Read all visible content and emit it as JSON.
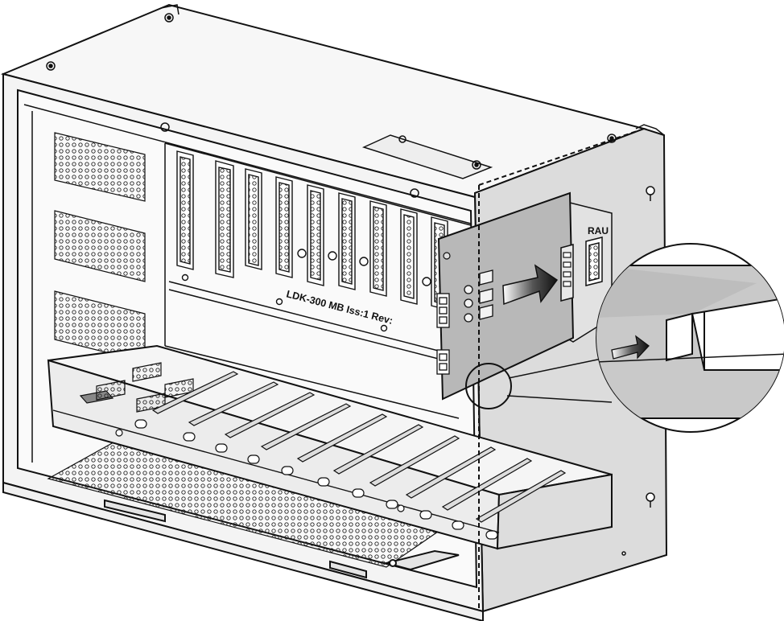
{
  "labels": {
    "motherboard": "LDK-300 MB Iss:1 Rev:",
    "rau": "RAU"
  },
  "colors": {
    "outline": "#111111",
    "cabinet_fill": "#f4f4f4",
    "side_panel_fill": "#dcdcdc",
    "board_fill": "#b8b8b8",
    "connector_fill": "#e8e8e8",
    "arrow_start": "#ffffff",
    "arrow_end": "#111111"
  },
  "icons": {
    "insert_arrow": "arrow-right-icon",
    "detail_arrow": "arrow-right-icon",
    "vent": "perforated-grille"
  }
}
